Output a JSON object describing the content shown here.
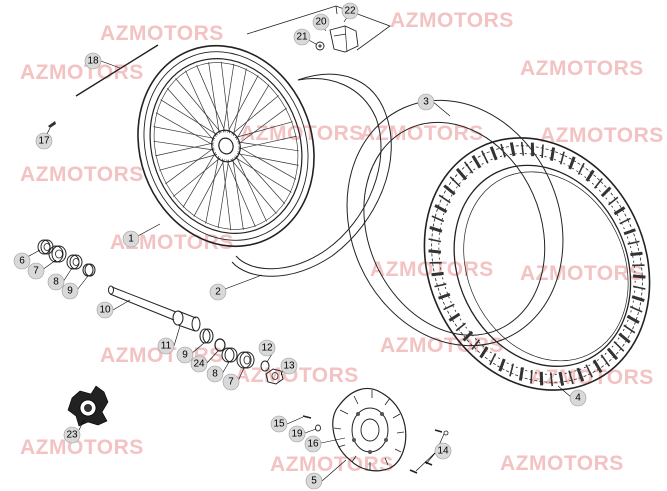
{
  "watermark": {
    "text": "AZMOTORS",
    "color": "#f3c3c3"
  },
  "callouts": [
    {
      "id": "c1",
      "label": "1"
    },
    {
      "id": "c2",
      "label": "2"
    },
    {
      "id": "c3",
      "label": "3"
    },
    {
      "id": "c4",
      "label": "4"
    },
    {
      "id": "c5",
      "label": "5"
    },
    {
      "id": "c6",
      "label": "6"
    },
    {
      "id": "c7a",
      "label": "7"
    },
    {
      "id": "c7b",
      "label": "7"
    },
    {
      "id": "c8a",
      "label": "8"
    },
    {
      "id": "c8b",
      "label": "8"
    },
    {
      "id": "c9a",
      "label": "9"
    },
    {
      "id": "c9b",
      "label": "9"
    },
    {
      "id": "c10",
      "label": "10"
    },
    {
      "id": "c11",
      "label": "11"
    },
    {
      "id": "c12",
      "label": "12"
    },
    {
      "id": "c13",
      "label": "13"
    },
    {
      "id": "c14",
      "label": "14"
    },
    {
      "id": "c15",
      "label": "15"
    },
    {
      "id": "c16",
      "label": "16"
    },
    {
      "id": "c17",
      "label": "17"
    },
    {
      "id": "c18",
      "label": "18"
    },
    {
      "id": "c19",
      "label": "19"
    },
    {
      "id": "c20",
      "label": "20"
    },
    {
      "id": "c21",
      "label": "21"
    },
    {
      "id": "c22",
      "label": "22"
    },
    {
      "id": "c23",
      "label": "23"
    },
    {
      "id": "c24",
      "label": "24"
    }
  ],
  "colors": {
    "bubble": "#d9d9d9",
    "line": "#222222"
  }
}
